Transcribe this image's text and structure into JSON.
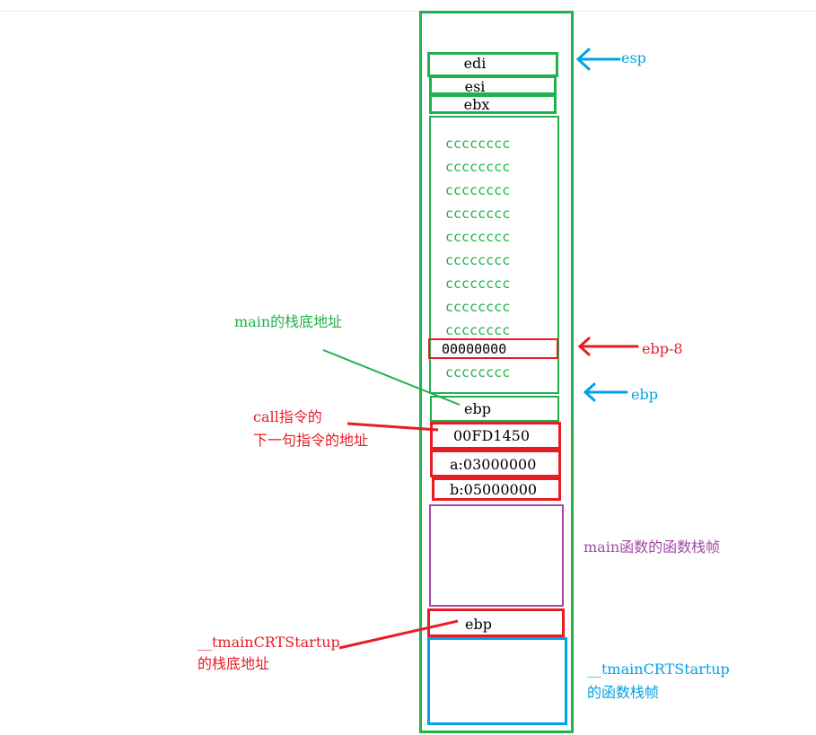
{
  "stack": {
    "saved_registers": [
      "edi",
      "esi",
      "ebx"
    ],
    "fill_values": [
      "cccccccc",
      "cccccccc",
      "cccccccc",
      "cccccccc",
      "cccccccc",
      "cccccccc",
      "cccccccc",
      "cccccccc",
      "cccccccc"
    ],
    "local_var_value": "00000000",
    "fill_after": "cccccccc",
    "saved_ebp": "ebp",
    "return_address": "00FD1450",
    "arg_a": "a:03000000",
    "arg_b": "b:05000000",
    "caller_ebp": "ebp"
  },
  "annotations": {
    "esp": "esp",
    "ebp_minus_8": "ebp-8",
    "ebp": "ebp",
    "main_stack_base": "main的栈底地址",
    "call_next_line1": "call指令的",
    "call_next_line2": "下一句指令的地址",
    "main_frame": "main函数的函数栈帧",
    "tmain_base_line1": "__tmainCRTStartup",
    "tmain_base_line2": "的栈底地址",
    "tmain_frame_line1": "__tmainCRTStartup",
    "tmain_frame_line2": "的函数栈帧"
  },
  "colors": {
    "green": "#22b14c",
    "red": "#e81c24",
    "blue": "#00a2e8",
    "purple": "#a349a4"
  }
}
